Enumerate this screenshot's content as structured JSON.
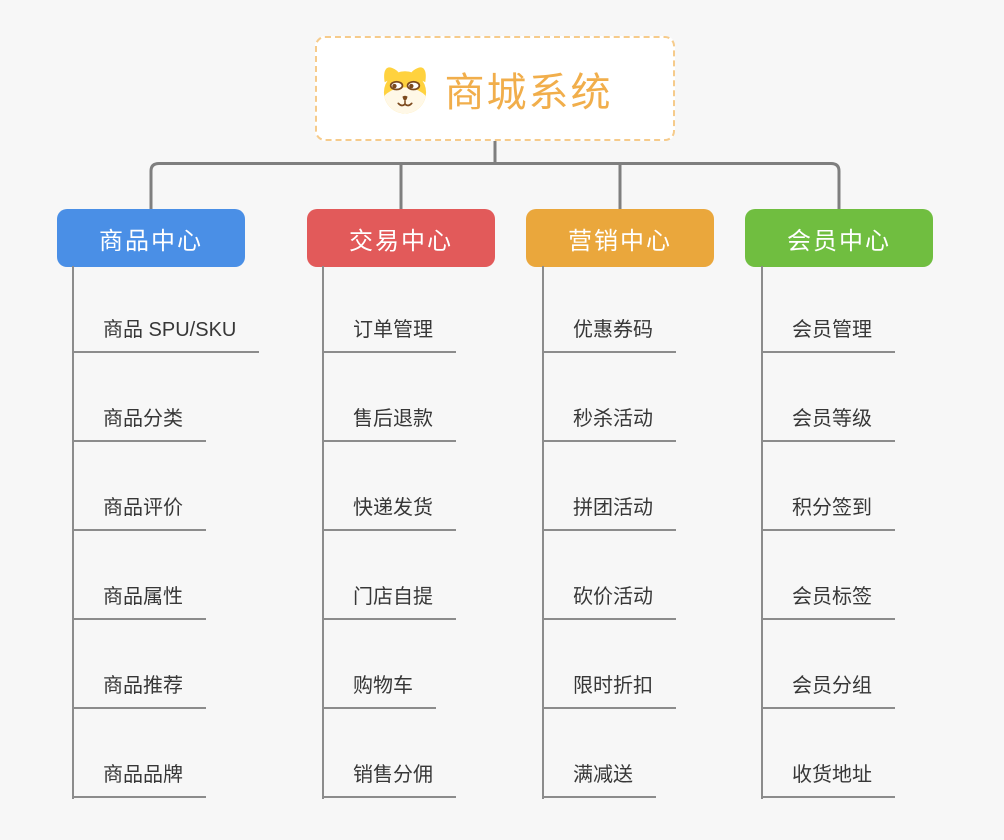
{
  "root": {
    "title": "商城系统",
    "icon": "shiba-dog-face",
    "title_color": "#F1AE4B",
    "border_color": "#F6CB8B"
  },
  "style": {
    "background": "#F7F7F7",
    "connector_color": "#7F7F7F",
    "leaf_line_color": "#8C8C8C",
    "leaf_text_color": "#373737"
  },
  "branches": [
    {
      "label": "商品中心",
      "color": "#4A8FE6",
      "items": [
        "商品 SPU/SKU",
        "商品分类",
        "商品评价",
        "商品属性",
        "商品推荐",
        "商品品牌"
      ]
    },
    {
      "label": "交易中心",
      "color": "#E25A5A",
      "items": [
        "订单管理",
        "售后退款",
        "快递发货",
        "门店自提",
        "购物车",
        "销售分佣"
      ]
    },
    {
      "label": "营销中心",
      "color": "#EAA73C",
      "items": [
        "优惠券码",
        "秒杀活动",
        "拼团活动",
        "砍价活动",
        "限时折扣",
        "满减送"
      ]
    },
    {
      "label": "会员中心",
      "color": "#70BE40",
      "items": [
        "会员管理",
        "会员等级",
        "积分签到",
        "会员标签",
        "会员分组",
        "收货地址"
      ]
    }
  ]
}
